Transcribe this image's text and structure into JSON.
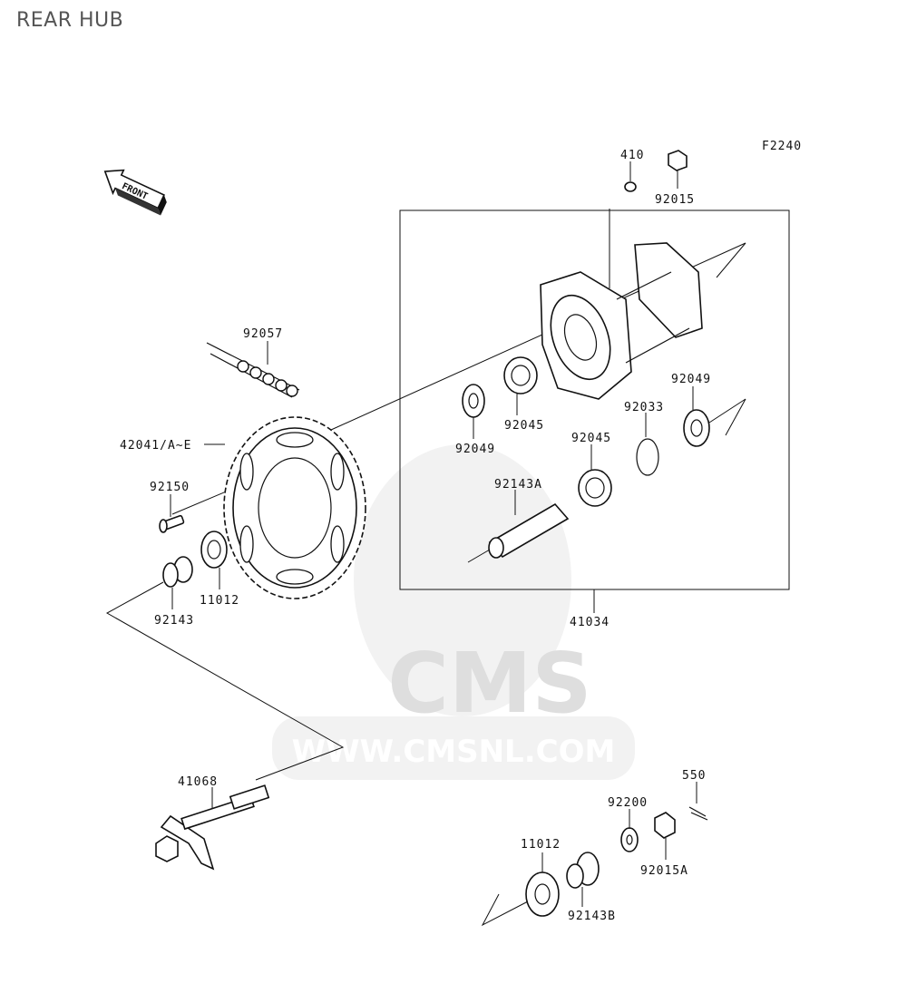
{
  "page": {
    "title": "REAR HUB",
    "figure_code": "F2240",
    "front_label": "FRONT"
  },
  "watermark": {
    "brand": "CMS",
    "url": "WWW.CMSNL.COM"
  },
  "parts": [
    {
      "id": "p410",
      "number": "410"
    },
    {
      "id": "p92015",
      "number": "92015"
    },
    {
      "id": "p92057",
      "number": "92057"
    },
    {
      "id": "p42041",
      "number": "42041/A~E"
    },
    {
      "id": "p92150",
      "number": "92150"
    },
    {
      "id": "p92049a",
      "number": "92049"
    },
    {
      "id": "p92045a",
      "number": "92045"
    },
    {
      "id": "p92033",
      "number": "92033"
    },
    {
      "id": "p92049b",
      "number": "92049"
    },
    {
      "id": "p92045b",
      "number": "92045"
    },
    {
      "id": "p92143A",
      "number": "92143A"
    },
    {
      "id": "p11012a",
      "number": "11012"
    },
    {
      "id": "p92143",
      "number": "92143"
    },
    {
      "id": "p41034",
      "number": "41034"
    },
    {
      "id": "p41068",
      "number": "41068"
    },
    {
      "id": "p550",
      "number": "550"
    },
    {
      "id": "p92200",
      "number": "92200"
    },
    {
      "id": "p11012b",
      "number": "11012"
    },
    {
      "id": "p92015A",
      "number": "92015A"
    },
    {
      "id": "p92143B",
      "number": "92143B"
    }
  ]
}
